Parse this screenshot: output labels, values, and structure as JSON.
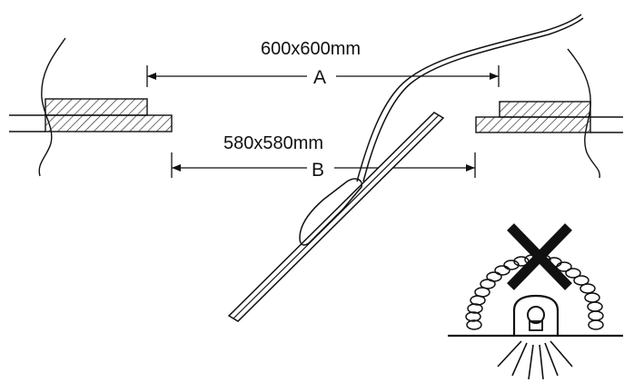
{
  "dimension_a": {
    "value": "600x600mm",
    "letter": "A"
  },
  "dimension_b": {
    "value": "580x580mm",
    "letter": "B"
  },
  "warning_icon": "no-insulation-cover-icon",
  "colors": {
    "line": "#111111",
    "background": "#ffffff"
  }
}
